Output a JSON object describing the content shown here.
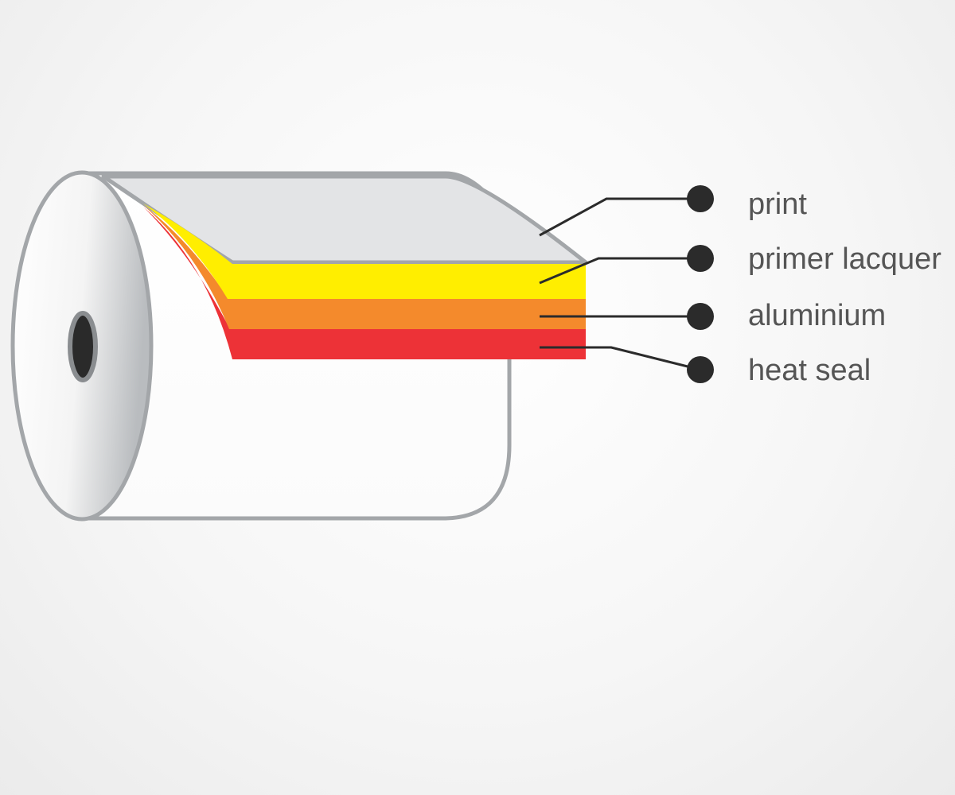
{
  "colors": {
    "roll_outline": "#a3a6a9",
    "print_layer": "#e3e4e6",
    "primer_lacquer_layer": "#ffee00",
    "aluminium_layer": "#f48a2c",
    "heat_seal_layer": "#ed3237",
    "leader_line": "#2b2b2b",
    "label_text": "#555555"
  },
  "layers": [
    {
      "key": "print",
      "label": "print"
    },
    {
      "key": "primer_lacquer",
      "label": "primer lacquer"
    },
    {
      "key": "aluminium",
      "label": "aluminium"
    },
    {
      "key": "heat_seal",
      "label": "heat seal"
    }
  ]
}
